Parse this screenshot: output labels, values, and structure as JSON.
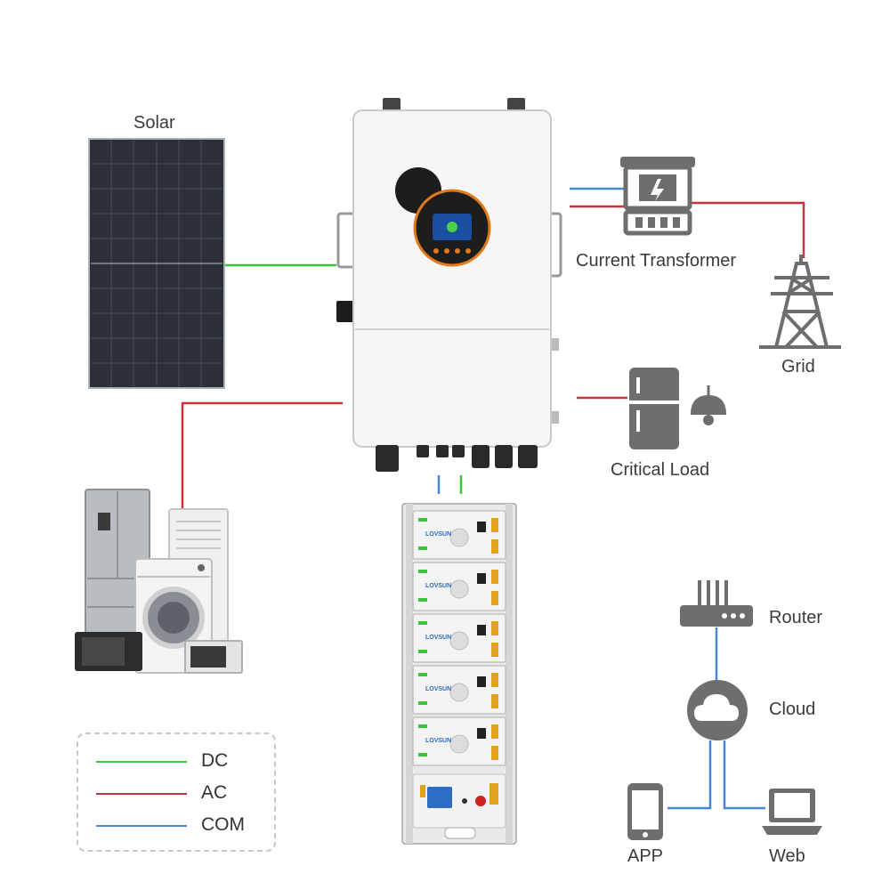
{
  "labels": {
    "solar": "Solar",
    "current_transformer": "Current Transformer",
    "grid": "Grid",
    "critical_load": "Critical Load",
    "router": "Router",
    "cloud": "Cloud",
    "app": "APP",
    "web": "Web"
  },
  "battery_brand": "LOVSUN",
  "legend": [
    {
      "label": "DC",
      "color": "#3cc43c"
    },
    {
      "label": "AC",
      "color": "#c8323a"
    },
    {
      "label": "COM",
      "color": "#4a86d4"
    }
  ],
  "colors": {
    "dc": "#3cc43c",
    "ac": "#c8323a",
    "com": "#4a86d4",
    "icon_gray": "#6e6e6e",
    "panel": "#2b2f36",
    "inverter_body": "#f4f4f4",
    "display_ring": "#e07a1a"
  }
}
